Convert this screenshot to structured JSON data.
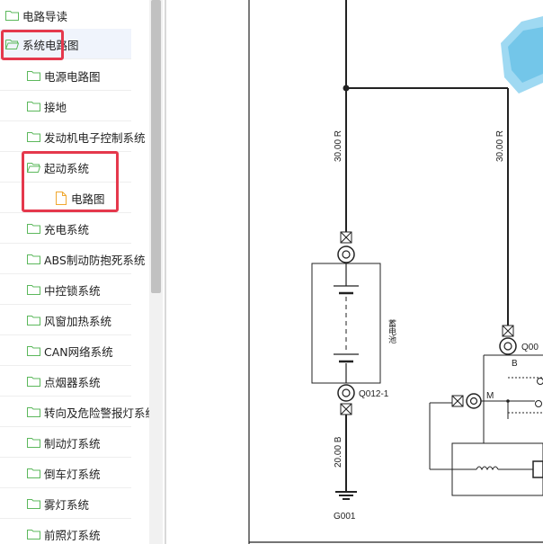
{
  "sidebar": {
    "items": [
      {
        "label": "电路导读",
        "icon": "folder-icon"
      },
      {
        "label": "系统电路图",
        "icon": "folder-open-icon"
      },
      {
        "label": "电源电路图",
        "icon": "folder-icon"
      },
      {
        "label": "接地",
        "icon": "folder-icon"
      },
      {
        "label": "发动机电子控制系统",
        "icon": "folder-icon"
      },
      {
        "label": "起动系统",
        "icon": "folder-open-icon"
      },
      {
        "label": "电路图",
        "icon": "file-icon"
      },
      {
        "label": "充电系统",
        "icon": "folder-icon"
      },
      {
        "label": "ABS制动防抱死系统",
        "icon": "folder-icon"
      },
      {
        "label": "中控锁系统",
        "icon": "folder-icon"
      },
      {
        "label": "风窗加热系统",
        "icon": "folder-icon"
      },
      {
        "label": "CAN网络系统",
        "icon": "folder-icon"
      },
      {
        "label": "点烟器系统",
        "icon": "folder-icon"
      },
      {
        "label": "转向及危险警报灯系统",
        "icon": "folder-icon"
      },
      {
        "label": "制动灯系统",
        "icon": "folder-icon"
      },
      {
        "label": "倒车灯系统",
        "icon": "folder-icon"
      },
      {
        "label": "雾灯系统",
        "icon": "folder-icon"
      },
      {
        "label": "前照灯系统",
        "icon": "folder-icon"
      }
    ]
  },
  "diagram": {
    "wire_left": "30.00 R",
    "wire_right": "30.00 R",
    "wire_bottom": "20.00 B",
    "battery_label": "蓄电池",
    "connector_q012": "Q012-1",
    "connector_q00": "Q00",
    "terminal_b": "B",
    "terminal_m": "M",
    "ground_g001": "G001"
  },
  "colors": {
    "highlight": "#e5384c",
    "folder": "#5cb85c",
    "file": "#f0a830",
    "wire": "#222222"
  }
}
